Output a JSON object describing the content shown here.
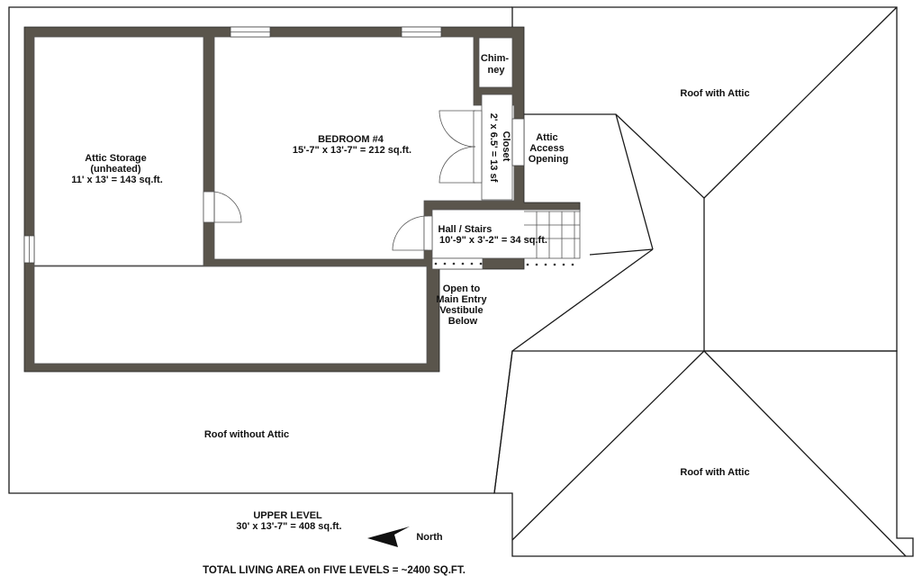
{
  "plan": {
    "roof_with_attic_top": "Roof with Attic",
    "roof_with_attic_bottom": "Roof with Attic",
    "roof_without_attic": "Roof without Attic",
    "chimney": [
      "Chim-",
      "ney"
    ],
    "closet": [
      "Closet",
      "2' x 6.5' = 13 sf"
    ],
    "attic_access": [
      "Attic",
      "Access",
      "Opening"
    ],
    "bedroom": [
      "BEDROOM #4",
      "15'-7\" x 13'-7\" = 212 sq.ft."
    ],
    "attic_storage": [
      "Attic Storage",
      "(unheated)",
      "11' x 13' = 143 sq.ft."
    ],
    "hall": [
      "Hall / Stairs",
      "10'-9\" x 3'-2\" = 34 sq.ft."
    ],
    "open_to": [
      "Open to",
      "Main Entry",
      "Vestibule",
      "Below"
    ],
    "level": [
      "UPPER LEVEL",
      "30' x 13'-7\" = 408 sq.ft."
    ],
    "north": "North",
    "total": "TOTAL LIVING AREA on FIVE LEVELS =  ~2400 SQ.FT."
  }
}
